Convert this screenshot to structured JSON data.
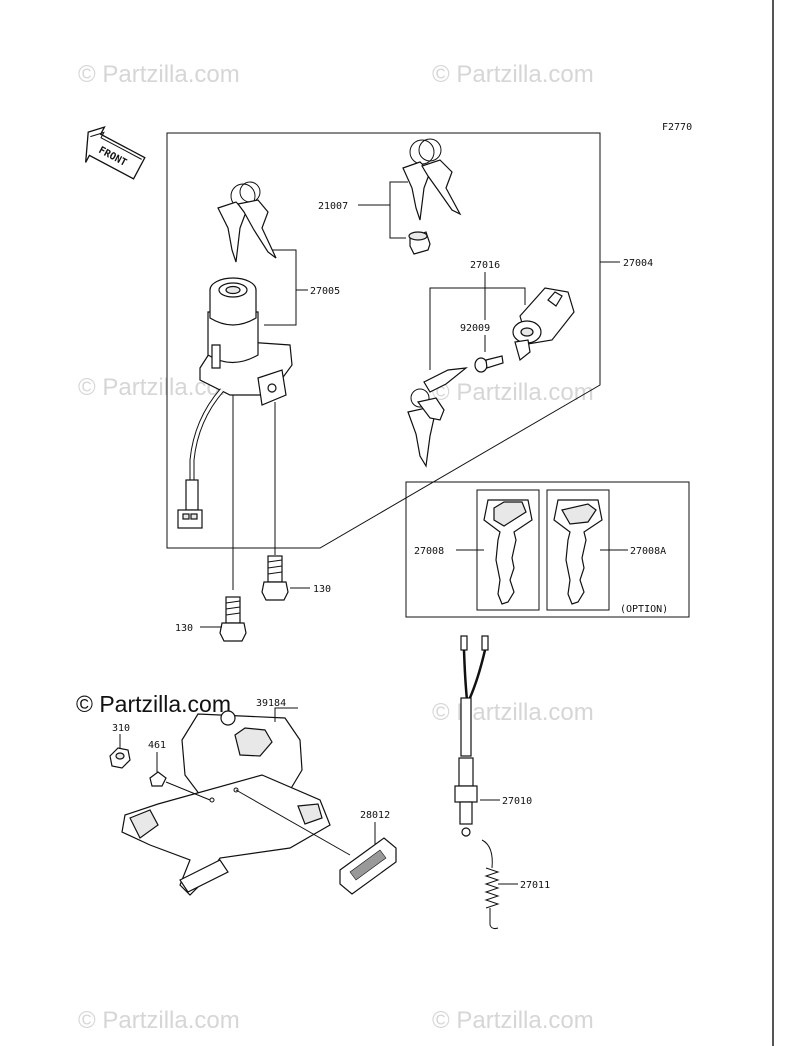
{
  "figure_code": "F2770",
  "front_label": "FRONT",
  "watermarks": {
    "text": "© Partzilla.com",
    "main": "© Partzilla.com"
  },
  "parts": {
    "p21007": "21007",
    "p27004": "27004",
    "p27005": "27005",
    "p27016": "27016",
    "p92009": "92009",
    "p27008": "27008",
    "p27008A": "27008A",
    "option": "(OPTION)",
    "p130a": "130",
    "p130b": "130",
    "p310": "310",
    "p461": "461",
    "p39184": "39184",
    "p28012": "28012",
    "p27010": "27010",
    "p27011": "27011"
  }
}
